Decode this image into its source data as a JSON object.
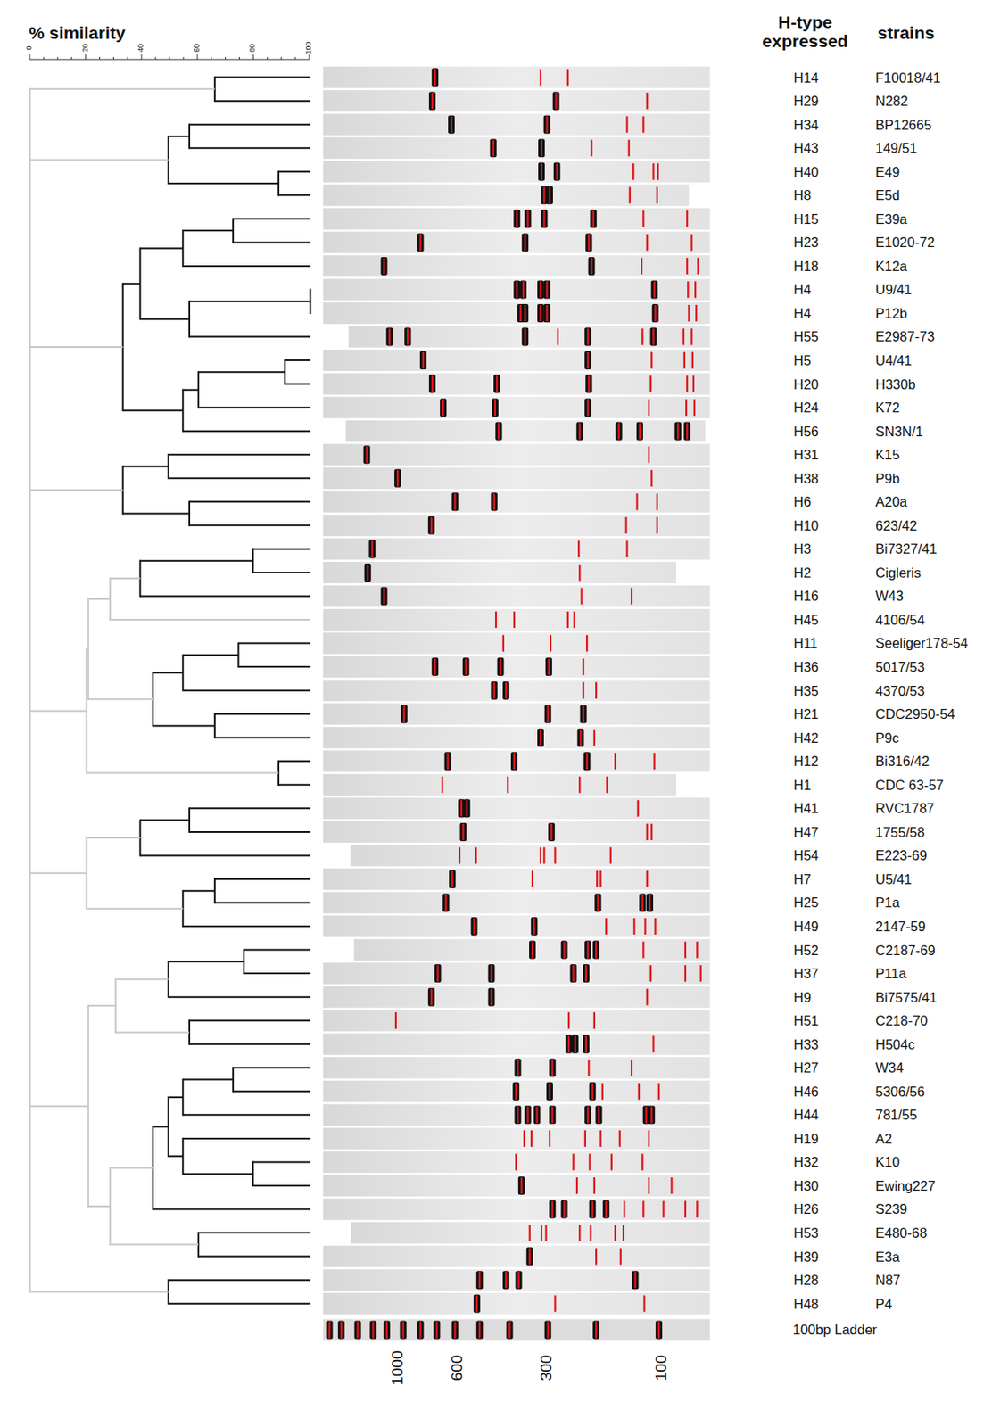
{
  "diagram": {
    "labels": [
      "% similarity",
      "0",
      "20",
      "40",
      "60",
      "80",
      "100",
      "H-type expressed",
      "strains",
      "H14",
      "F10018/41",
      "H29",
      "N282",
      "H34",
      "BP12665",
      "H43",
      "149/51",
      "H40",
      "E49",
      "H8",
      "E5d",
      "H15",
      "E39a",
      "H23",
      "E1020-72",
      "H18",
      "K12a",
      "H4",
      "U9/41",
      "H4",
      "P12b",
      "H55",
      "E2987-73",
      "H5",
      "U4/41",
      "H20",
      "H330b",
      "H24",
      "K72",
      "H56",
      "SN3N/1",
      "H31",
      "K15",
      "H38",
      "P9b",
      "H6",
      "A20a",
      "H10",
      "623/42",
      "H3",
      "Bi7327/41",
      "H2",
      "Cigleris",
      "H16",
      "W43",
      "H45",
      "4106/54",
      "H11",
      "Seeliger178-54",
      "H36",
      "5017/53",
      "H35",
      "4370/53",
      "H21",
      "CDC2950-54",
      "H42",
      "P9c",
      "H12",
      "Bi316/42",
      "H1",
      "CDC 63-57",
      "H41",
      "RVC1787",
      "H47",
      "1755/58",
      "H54",
      "E223-69",
      "H7",
      "U5/41",
      "H25",
      "P1a",
      "H49",
      "2147-59",
      "H52",
      "C2187-69",
      "H37",
      "P11a",
      "H9",
      "Bi7575/41",
      "H51",
      "C218-70",
      "H33",
      "H504c",
      "H27",
      "W34",
      "H46",
      "5306/56",
      "H44",
      "781/55",
      "H19",
      "A2",
      "H32",
      "K10",
      "H30",
      "Ewing227",
      "H26",
      "S239",
      "H53",
      "E480-68",
      "H39",
      "E3a",
      "H28",
      "N87",
      "H48",
      "P4",
      "100bp Ladder",
      "1000",
      "600",
      "300",
      "100"
    ]
  }
}
